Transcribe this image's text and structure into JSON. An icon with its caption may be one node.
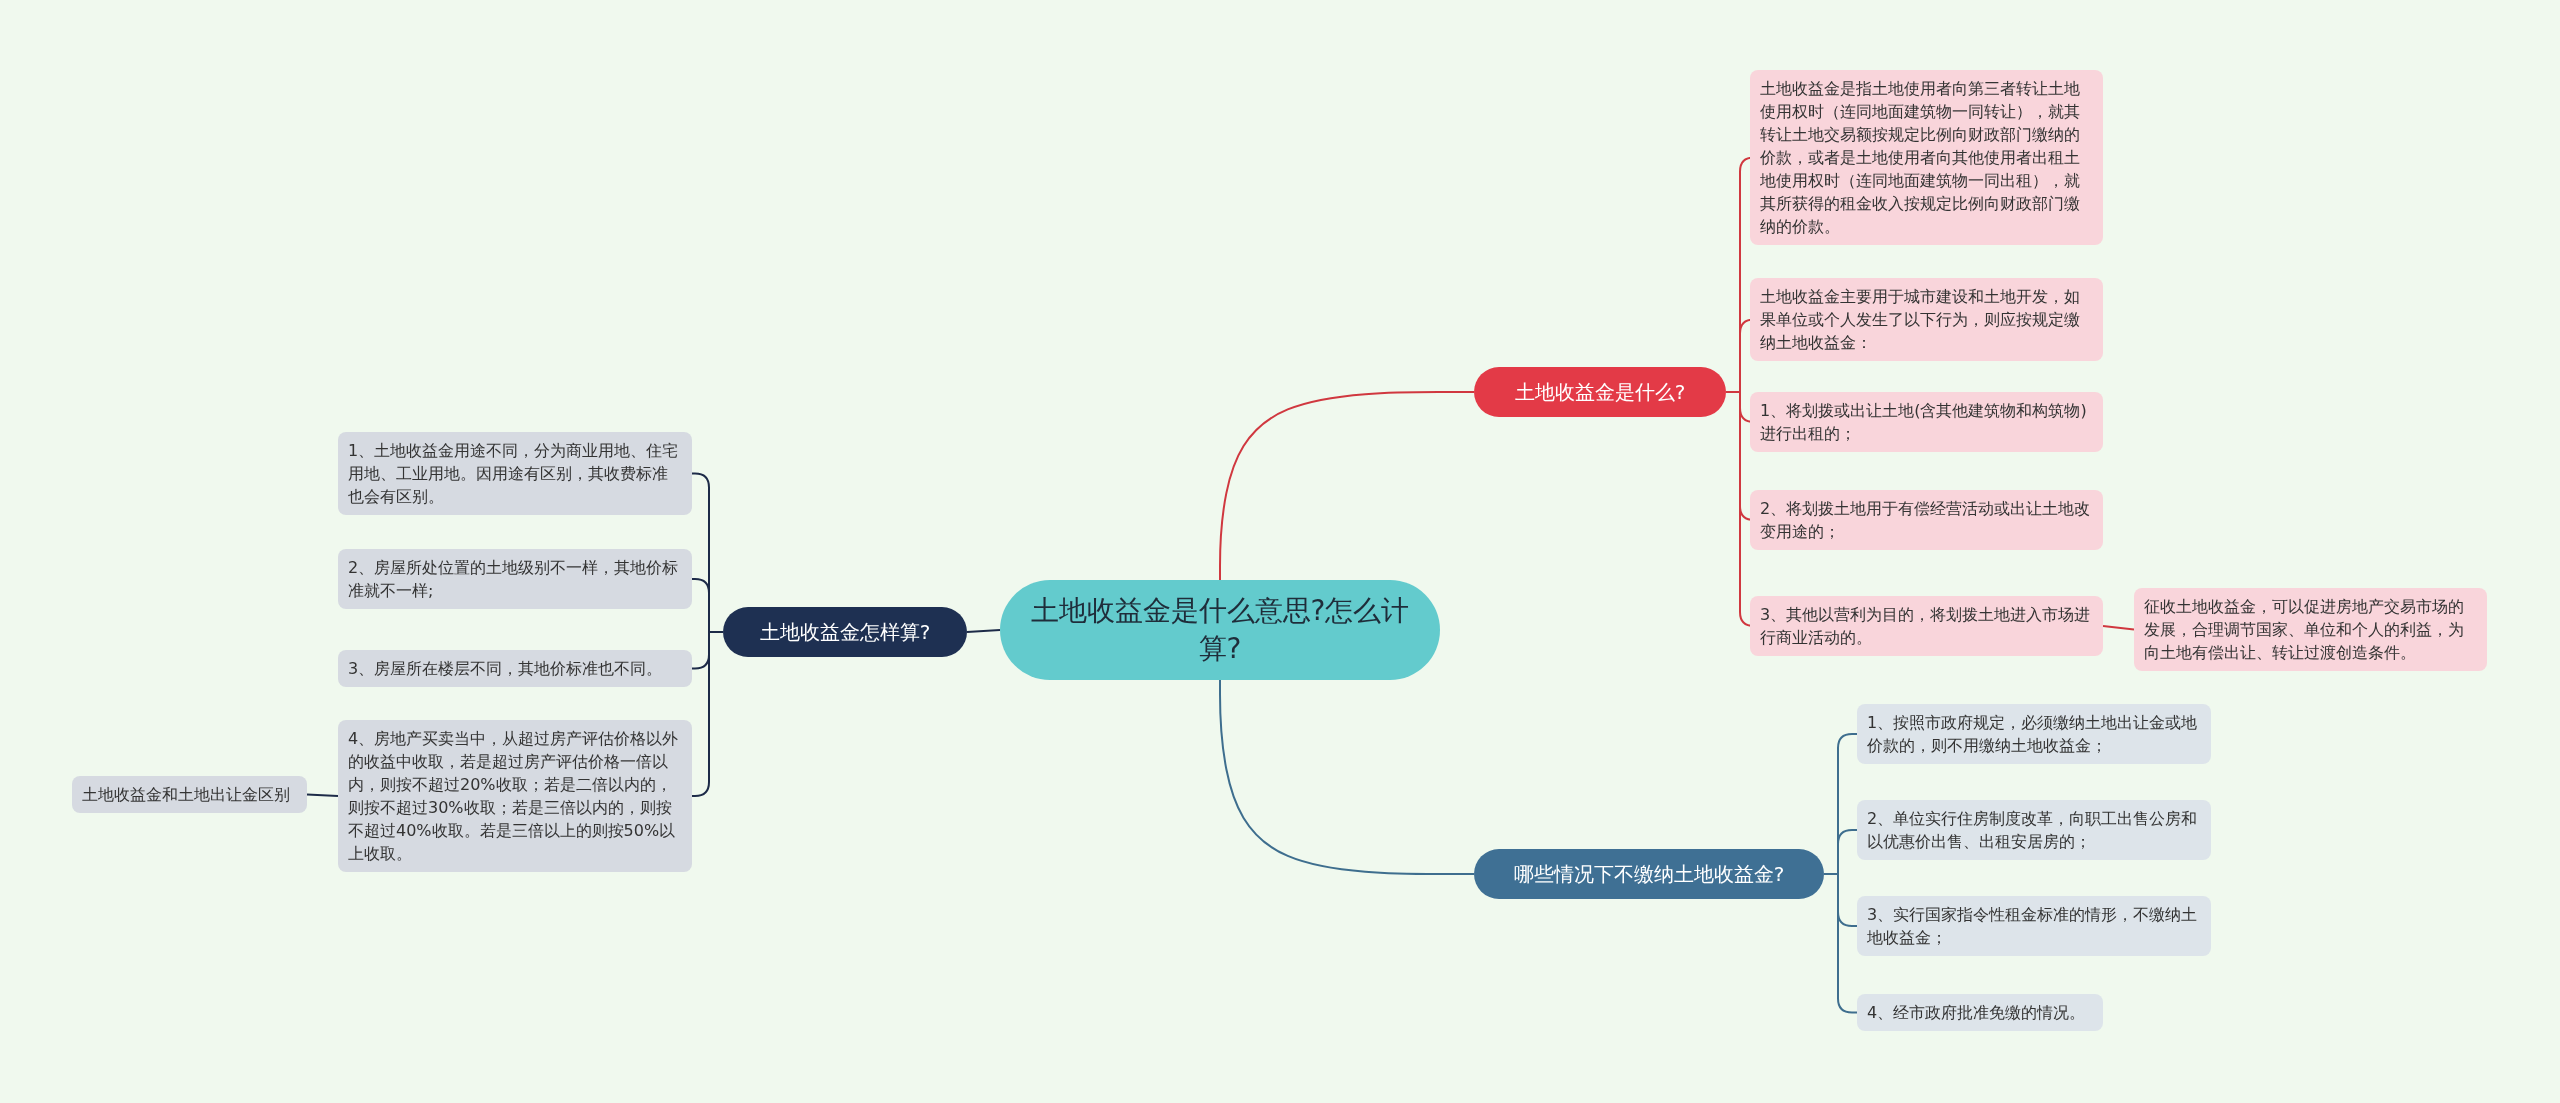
{
  "diagram": {
    "nodes": [
      {
        "text": [
          "土地收益金是什么意思?怎么计算?"
        ]
      },
      {
        "text": [
          "土地收益金是什么?"
        ]
      },
      {
        "text": [
          "土地收益金是指土地使用者向第三者转让土地使用权时（连同地面建筑物一同转让），就其转让土地交易额按规定比例向财政部门缴纳的价款，或者是土地使用者向其他使用者出租土地使用权时（连同地面建筑物一同出租），就其所获得的租金收入按规定比例向财政部门缴纳的价款。"
        ]
      },
      {
        "text": [
          "土地收益金主要用于城市建设和土地开发，如果单位或个人发生了以下行为，则应按规定缴纳土地收益金："
        ]
      },
      {
        "text": [
          "1、将划拨或出让土地(含其他建筑物和构筑物)进行出租的；"
        ]
      },
      {
        "text": [
          "2、将划拨土地用于有偿经营活动或出让土地改变用途的；"
        ]
      },
      {
        "text": [
          "3、其他以营利为目的，将划拨土地进入市场进行商业活动的。"
        ]
      },
      {
        "text": [
          "征收土地收益金，可以促进房地产交易市场的发展，合理调节国家、单位和个人的利益，为向土地有偿出让、转让过渡创造条件。"
        ]
      },
      {
        "text": [
          "哪些情况下不缴纳土地收益金?"
        ]
      },
      {
        "text": [
          "1、按照市政府规定，必须缴纳土地出让金或地价款的，则不用缴纳土地收益金；"
        ]
      },
      {
        "text": [
          "2、单位实行住房制度改革，向职工出售公房和以优惠价出售、出租安居房的；"
        ]
      },
      {
        "text": [
          "3、实行国家指令性租金标准的情形，不缴纳土地收益金；"
        ]
      },
      {
        "text": [
          "4、经市政府批准免缴的情况。"
        ]
      },
      {
        "text": [
          "土地收益金怎样算?"
        ]
      },
      {
        "text": [
          "1、土地收益金用途不同，分为商业用地、住宅用地、工业用地。因用途有区别，其收费标准也会有区别。"
        ]
      },
      {
        "text": [
          "2、房屋所处位置的土地级别不一样，其地价标准就不一样;"
        ]
      },
      {
        "text": [
          "3、房屋所在楼层不同，其地价标准也不同。"
        ]
      },
      {
        "text": [
          "4、房地产买卖当中，从超过房产评估价格以外的收益中收取，若是超过房产评估价格一倍以内，则按不超过20%收取；若是二倍以内的，则按不超过30%收取；若是三倍以内的，则按不超过40%收取。若是三倍以上的则按50%以上收取。"
        ]
      },
      {
        "text": [
          "土地收益金和土地出让金区别"
        ]
      }
    ],
    "edges": [
      {
        "from": 0,
        "to": 1,
        "arrow": "none",
        "color": "#d0383f"
      },
      {
        "from": 1,
        "to": 2,
        "arrow": "none",
        "color": "#d0383f"
      },
      {
        "from": 1,
        "to": 3,
        "arrow": "none",
        "color": "#d0383f"
      },
      {
        "from": 1,
        "to": 4,
        "arrow": "none",
        "color": "#d0383f"
      },
      {
        "from": 1,
        "to": 5,
        "arrow": "none",
        "color": "#d0383f"
      },
      {
        "from": 1,
        "to": 6,
        "arrow": "none",
        "color": "#d0383f"
      },
      {
        "from": 6,
        "to": 7,
        "arrow": "none",
        "color": "#d0383f"
      },
      {
        "from": 0,
        "to": 8,
        "arrow": "none",
        "color": "#3e6e8e"
      },
      {
        "from": 8,
        "to": 9,
        "arrow": "none",
        "color": "#3e6e8e"
      },
      {
        "from": 8,
        "to": 10,
        "arrow": "none",
        "color": "#3e6e8e"
      },
      {
        "from": 8,
        "to": 11,
        "arrow": "none",
        "color": "#3e6e8e"
      },
      {
        "from": 8,
        "to": 12,
        "arrow": "none",
        "color": "#3e6e8e"
      },
      {
        "from": 0,
        "to": 13,
        "arrow": "none",
        "color": "#1d2b48"
      },
      {
        "from": 13,
        "to": 14,
        "arrow": "none",
        "color": "#1d2b48"
      },
      {
        "from": 13,
        "to": 15,
        "arrow": "none",
        "color": "#1d2b48"
      },
      {
        "from": 13,
        "to": 16,
        "arrow": "none",
        "color": "#1d2b48"
      },
      {
        "from": 13,
        "to": 17,
        "arrow": "none",
        "color": "#1d2b48"
      },
      {
        "from": 17,
        "to": 18,
        "arrow": "none",
        "color": "#1d2b48"
      }
    ]
  }
}
